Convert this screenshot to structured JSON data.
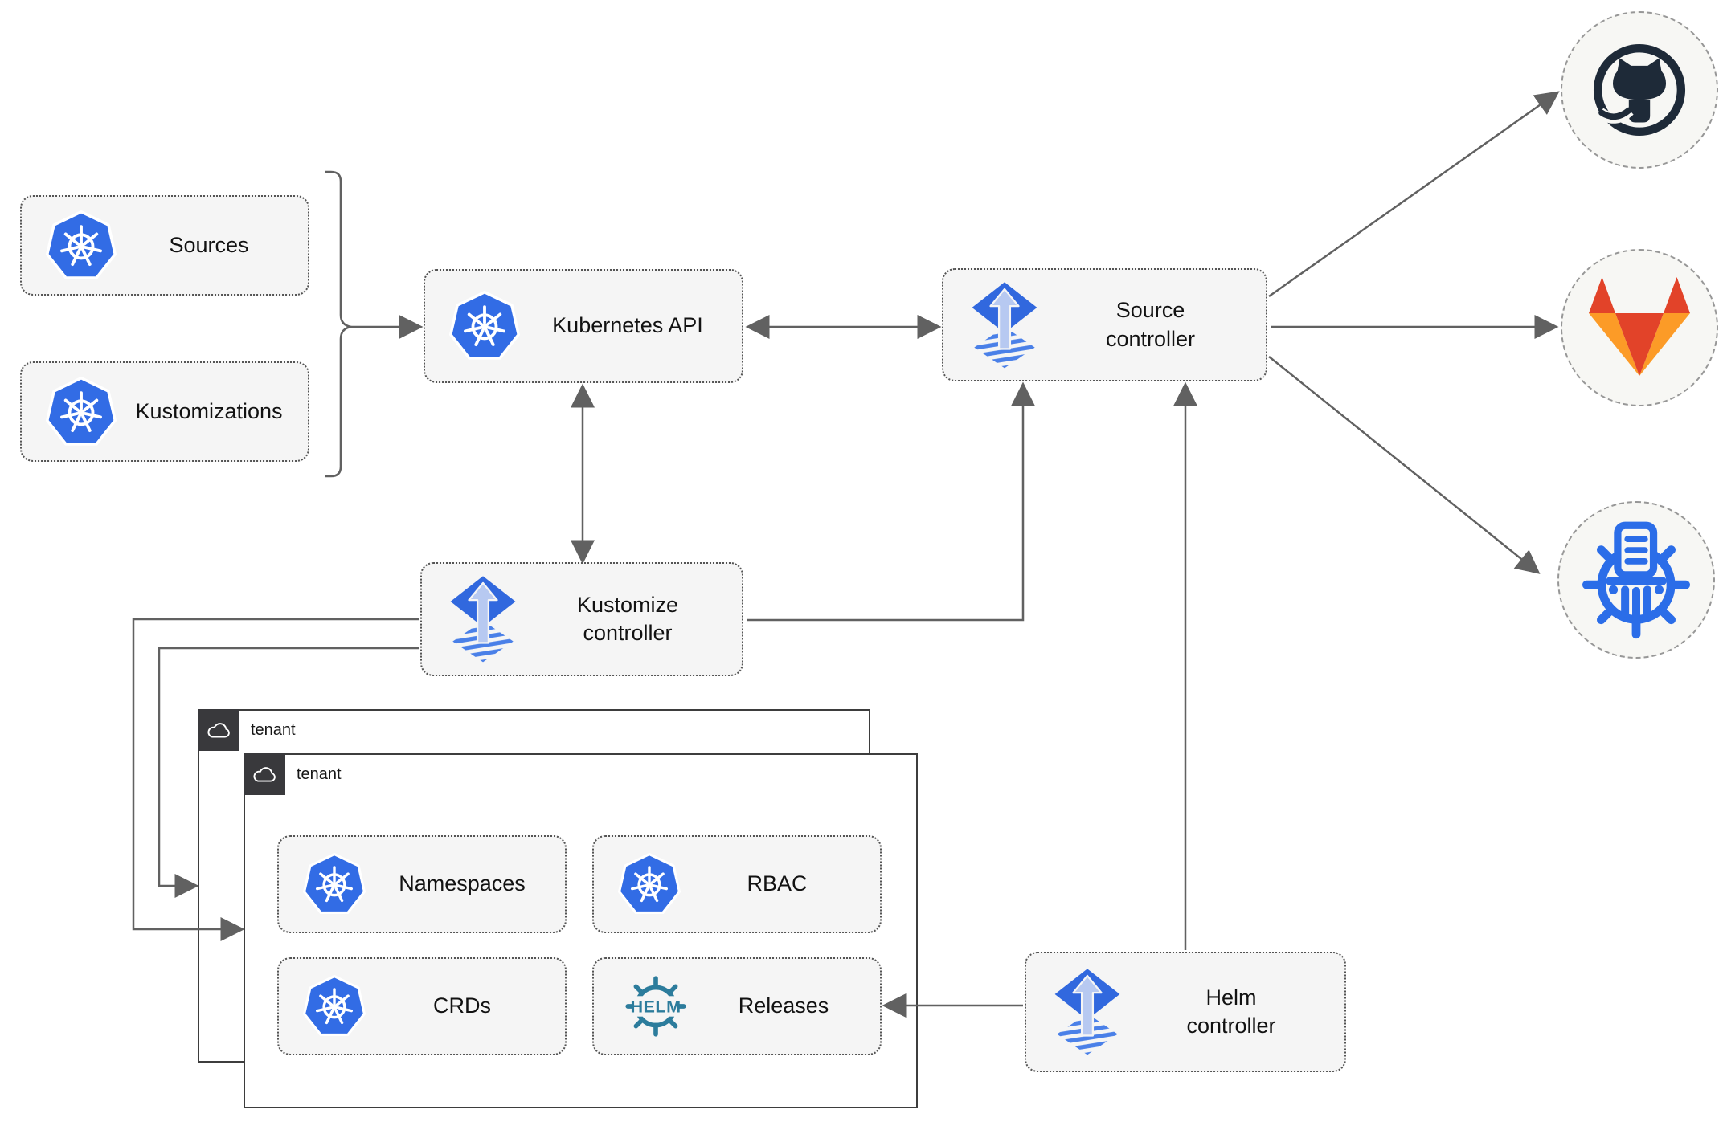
{
  "diagram": {
    "nodes": {
      "sources": {
        "label": "Sources",
        "icon": "kubernetes"
      },
      "kustomizations": {
        "label": "Kustomizations",
        "icon": "kubernetes"
      },
      "kubernetes_api": {
        "label": "Kubernetes API",
        "icon": "kubernetes"
      },
      "source_controller": {
        "label": "Source controller",
        "icon": "flux"
      },
      "kustomize_controller": {
        "label": "Kustomize controller",
        "icon": "flux"
      },
      "helm_controller": {
        "label": "Helm controller",
        "icon": "flux"
      },
      "tenant_back": {
        "label": "tenant",
        "icon": "cloud"
      },
      "tenant_front": {
        "label": "tenant",
        "icon": "cloud"
      },
      "namespaces": {
        "label": "Namespaces",
        "icon": "kubernetes"
      },
      "rbac": {
        "label": "RBAC",
        "icon": "kubernetes"
      },
      "crds": {
        "label": "CRDs",
        "icon": "kubernetes"
      },
      "releases": {
        "label": "Releases",
        "icon": "helm"
      },
      "github": {
        "icon": "github"
      },
      "gitlab": {
        "icon": "gitlab"
      },
      "chartmuseum": {
        "icon": "chartmuseum"
      }
    },
    "helm_text": "HELM",
    "edges": [
      {
        "from": "sources_and_kustomizations",
        "to": "kubernetes_api",
        "style": "arrow"
      },
      {
        "from": "kubernetes_api",
        "to": "source_controller",
        "style": "double-arrow"
      },
      {
        "from": "kubernetes_api",
        "to": "kustomize_controller",
        "style": "double-arrow"
      },
      {
        "from": "kustomize_controller",
        "to": "source_controller",
        "style": "arrow"
      },
      {
        "from": "helm_controller",
        "to": "source_controller",
        "style": "arrow"
      },
      {
        "from": "kustomize_controller",
        "to": "tenant_front",
        "style": "arrow"
      },
      {
        "from": "kustomize_controller",
        "to": "tenant_back",
        "style": "arrow"
      },
      {
        "from": "helm_controller",
        "to": "releases",
        "style": "arrow"
      },
      {
        "from": "source_controller",
        "to": "github",
        "style": "arrow"
      },
      {
        "from": "source_controller",
        "to": "gitlab",
        "style": "arrow"
      },
      {
        "from": "source_controller",
        "to": "chartmuseum",
        "style": "arrow"
      }
    ],
    "colors": {
      "kubernetes_blue": "#326ce5",
      "flux_blue": "#3168de",
      "flux_arrow_light": "#b7c9f1",
      "helm_teal": "#2c7c9c",
      "github_dark": "#1e2a38",
      "gitlab_red": "#e24329",
      "gitlab_amber": "#fc9b27",
      "chartmuseum_blue": "#2b6de8",
      "connector_gray": "#616161",
      "node_fill": "#f5f5f5",
      "tenant_border": "#3d3d3d"
    }
  }
}
